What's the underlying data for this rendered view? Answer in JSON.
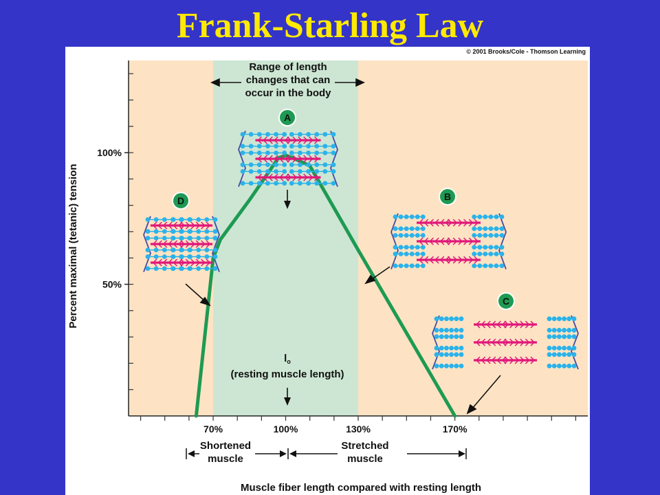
{
  "slide_title": "Frank-Starling Law",
  "copyright": "© 2001 Brooks/Cole - Thomson Learning",
  "colors": {
    "background": "#3434c8",
    "title": "#ffea00",
    "plot_outer": "#fde3c3",
    "plot_range": "#cde6d3",
    "curve": "#1e9a52",
    "thick_filament": "#e0187a",
    "thin_filament": "#2ab3ea",
    "badge": "#1e9a52"
  },
  "range_label": [
    "Range of length",
    "changes that can",
    "occur in the body"
  ],
  "resting": {
    "symbol": "l",
    "subscript": "o",
    "label": "(resting muscle length)"
  },
  "regions": {
    "shortened": [
      "Shortened",
      "muscle"
    ],
    "stretched": [
      "Stretched",
      "muscle"
    ]
  },
  "sarcomeres": [
    {
      "letter": "A"
    },
    {
      "letter": "B"
    },
    {
      "letter": "C"
    },
    {
      "letter": "D"
    }
  ],
  "chart_data": {
    "type": "line",
    "xlabel": "Muscle fiber length compared with resting length",
    "ylabel": "Percent maximal (tetanic) tension",
    "x_ticks": [
      "70%",
      "100%",
      "130%",
      "170%"
    ],
    "y_ticks": [
      "50%",
      "100%"
    ],
    "xlim": [
      35,
      225
    ],
    "ylim": [
      0,
      135
    ],
    "shaded_range": [
      70,
      130
    ],
    "series": [
      {
        "x": [
          63,
          70,
          73,
          85,
          97,
          100,
          103,
          110,
          130,
          170
        ],
        "y": [
          0,
          60,
          67,
          82,
          98,
          99,
          98,
          95,
          63,
          0
        ]
      }
    ]
  }
}
